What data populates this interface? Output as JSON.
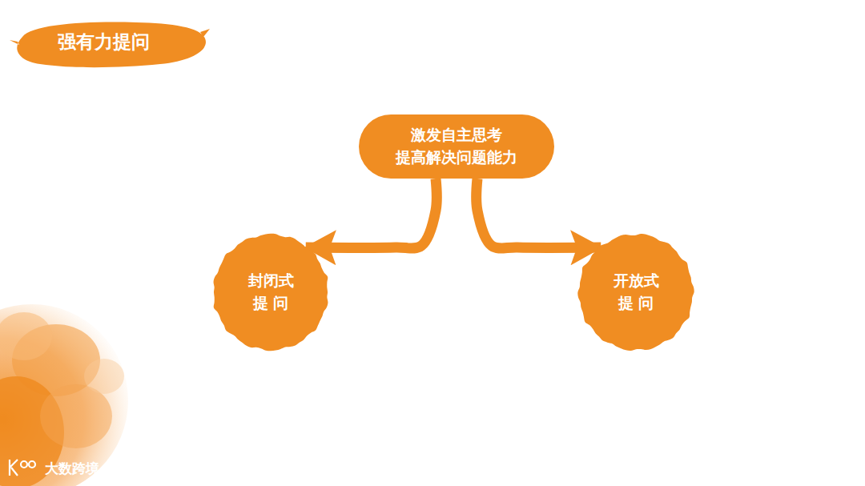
{
  "diagram": {
    "title": "强有力提问",
    "nodes": [
      {
        "text": [
          "激发自主思考 提高解决问题能力"
        ]
      },
      {
        "text": [
          "封闭式 提 问"
        ]
      },
      {
        "text": [
          "开放式 提 问"
        ]
      }
    ],
    "edges": [
      {
        "from": 0,
        "to": 1,
        "arrow": "to"
      },
      {
        "from": 0,
        "to": 2,
        "arrow": "to"
      }
    ],
    "labels": [
      "大数跨境"
    ]
  }
}
